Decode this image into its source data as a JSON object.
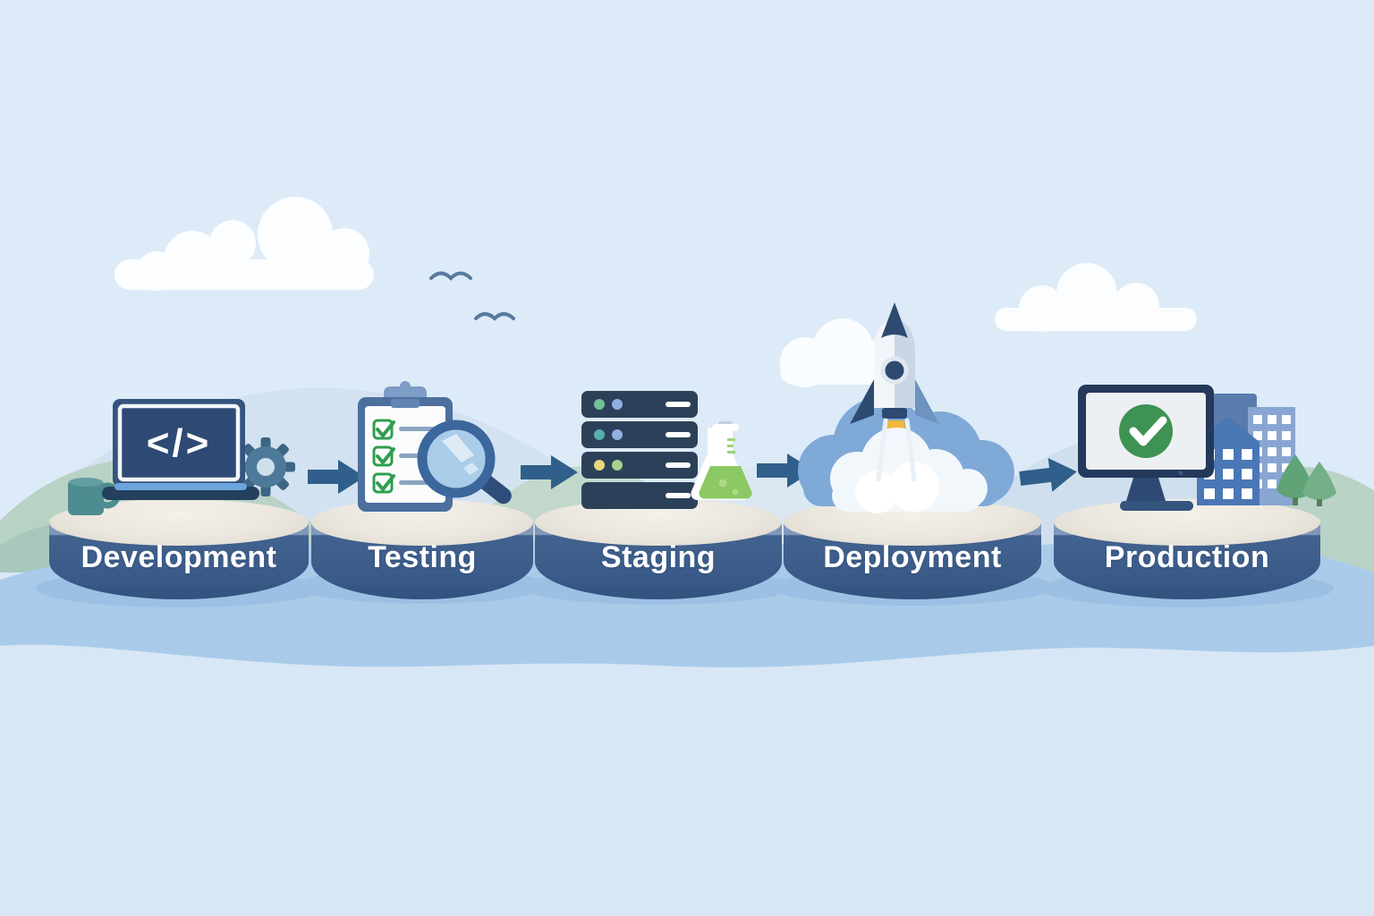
{
  "stages": [
    {
      "label": "Development",
      "icon": "laptop-code-icon",
      "screen_glyph": "</>",
      "accessories": [
        "coffee-mug-icon",
        "gear-icon"
      ]
    },
    {
      "label": "Testing",
      "icon": "clipboard-checklist-icon",
      "checklist_checked_count": 3,
      "accessories": [
        "magnifier-icon"
      ]
    },
    {
      "label": "Staging",
      "icon": "server-stack-icon",
      "server_unit_count": 4,
      "accessories": [
        "flask-icon"
      ]
    },
    {
      "label": "Deployment",
      "icon": "rocket-launch-icon",
      "accessories": [
        "launch-cloud-icon",
        "smoke-cloud-icon"
      ]
    },
    {
      "label": "Production",
      "icon": "monitor-check-icon",
      "accessories": [
        "buildings-icon",
        "tree-icon"
      ]
    }
  ],
  "connectors": {
    "style": "arrow-right-icon",
    "count": 4
  },
  "scenery": {
    "cloud_count": 3,
    "bird_count": 2
  },
  "colors": {
    "sky": "#dcebf7",
    "platform_top": "#ebe7df",
    "platform_side": "#3a5a89",
    "arrow": "#2f5f8a",
    "ground_band": "#a9cbe9",
    "ground": "#d8e7f6",
    "check_green": "#2f9e4f",
    "flask_green": "#8cc863",
    "flame_yellow": "#f0b73a",
    "navy": "#2d4a70",
    "mug_teal": "#4d8c90"
  }
}
